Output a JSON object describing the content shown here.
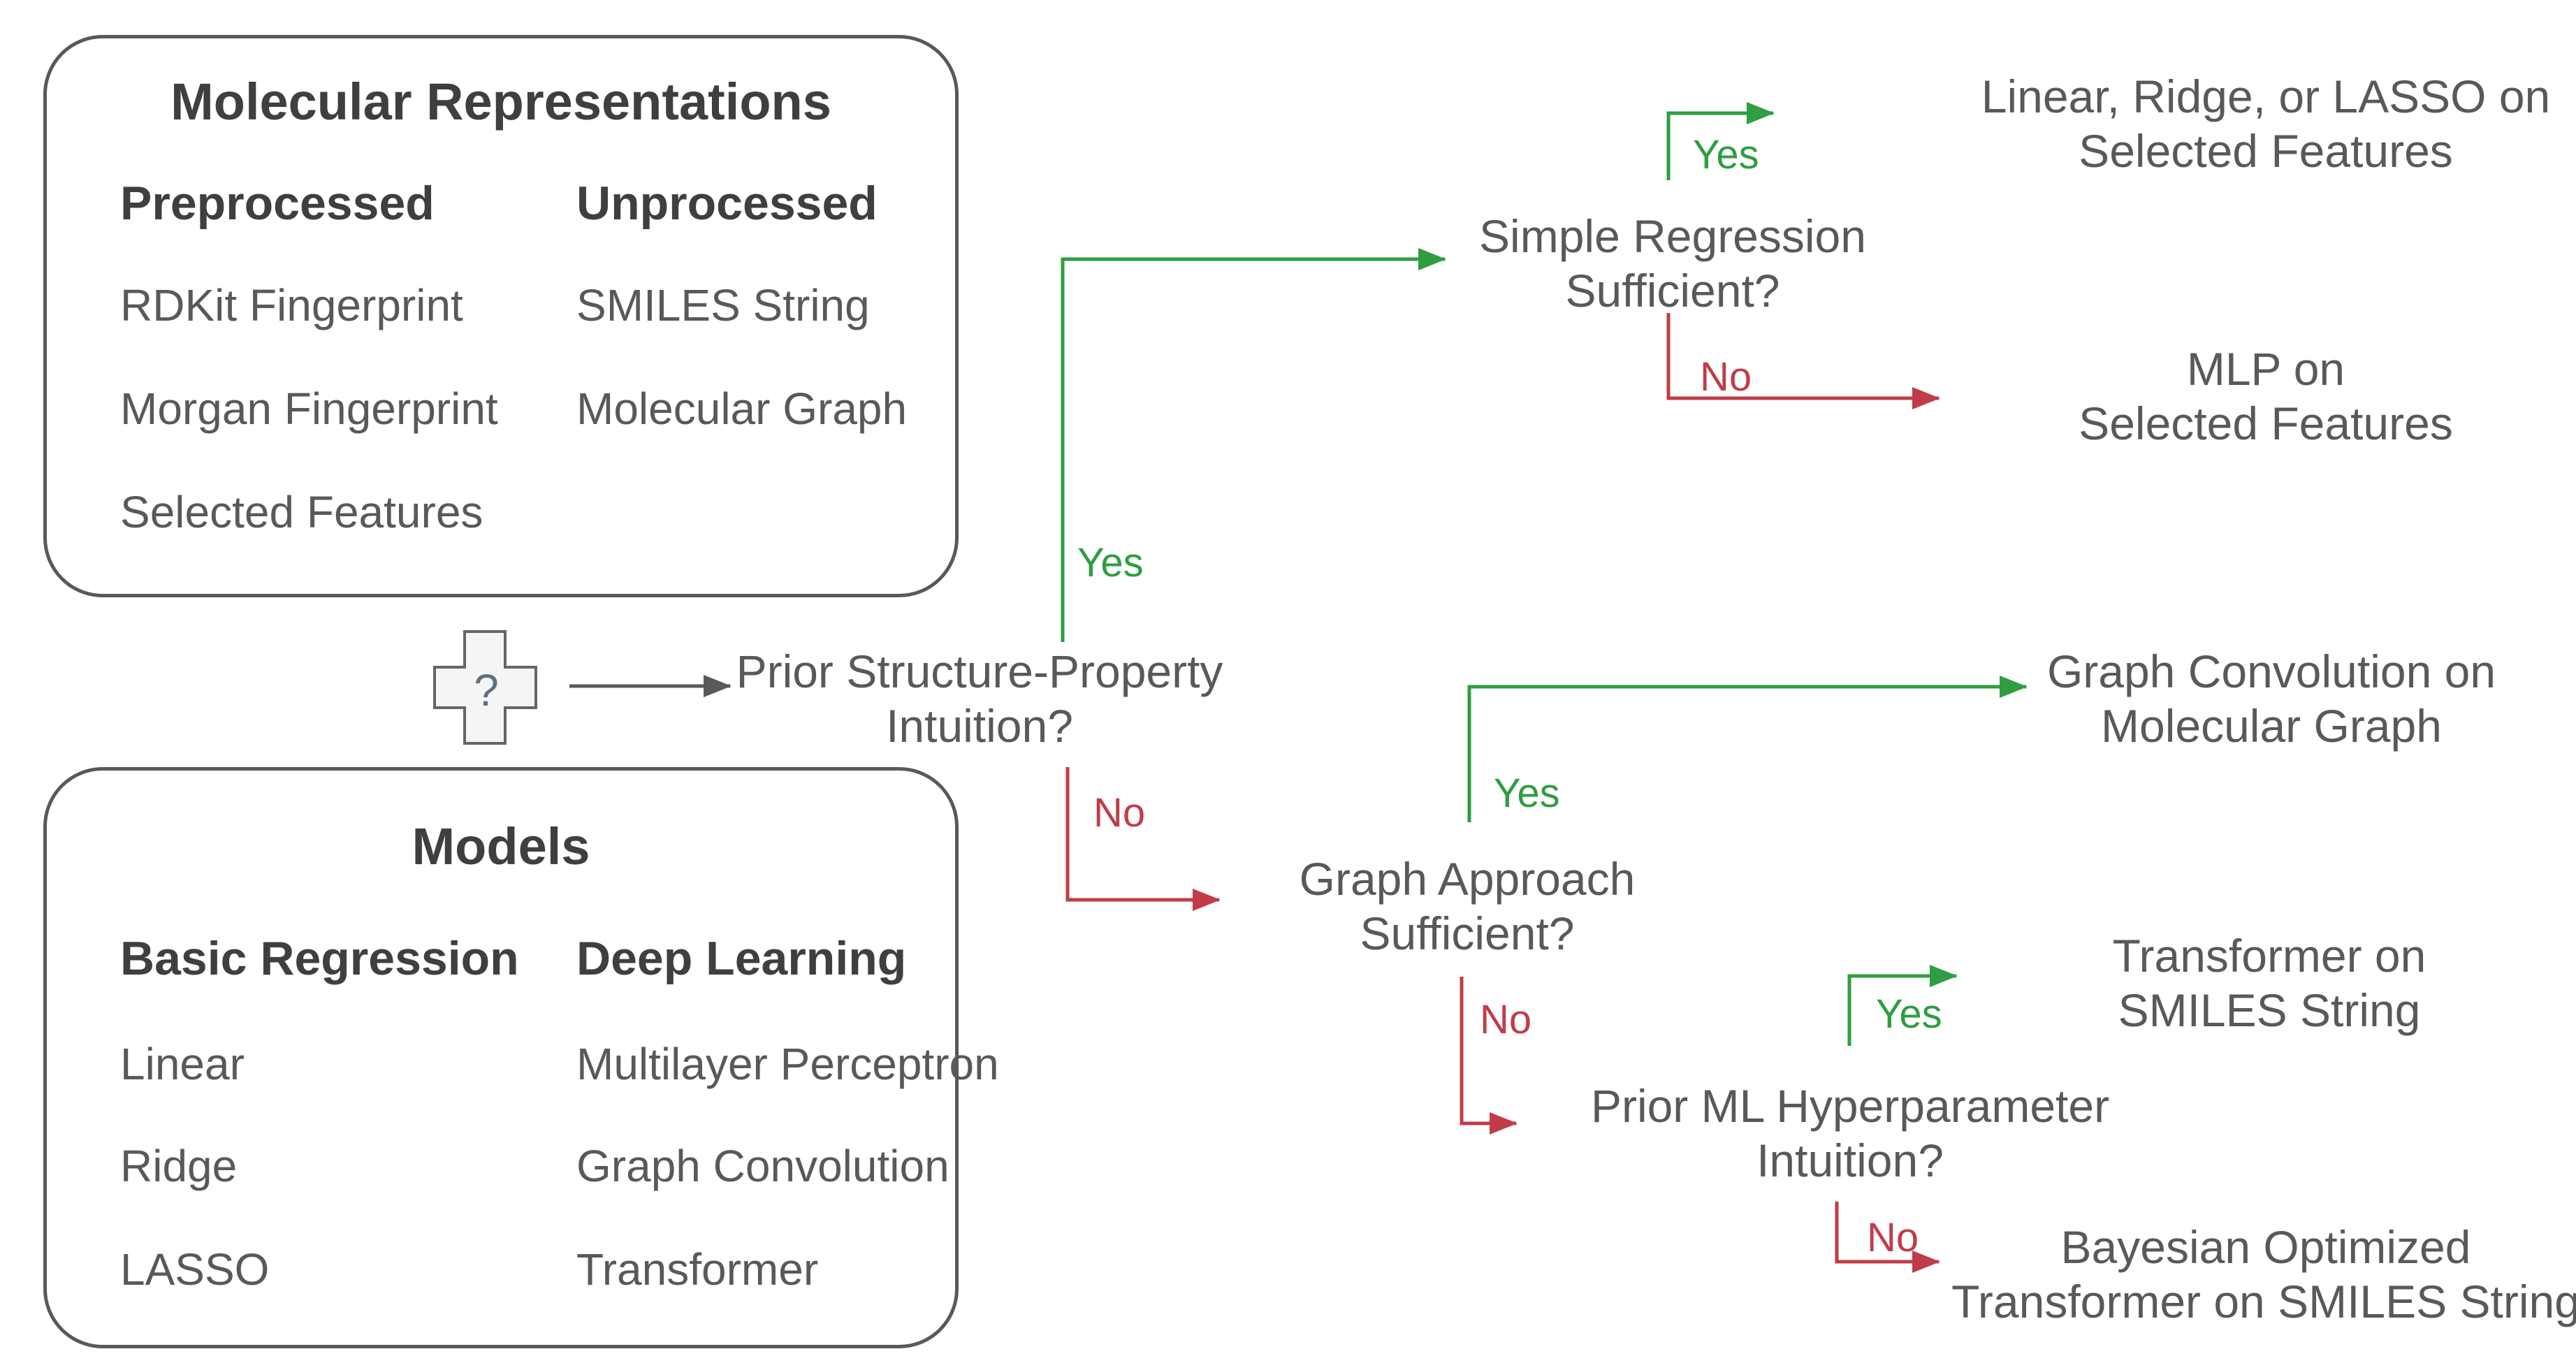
{
  "palette": {
    "green": "#2e9e41",
    "red": "#c13c48",
    "line_gray": "#595959",
    "text_gray": "#595959",
    "heading_gray": "#3f3f3f",
    "plus_fill": "#f5f5f5"
  },
  "representations_box": {
    "title": "Molecular Representations",
    "columns": [
      {
        "header": "Preprocessed",
        "items": [
          "RDKit Fingerprint",
          "Morgan Fingerprint",
          "Selected Features"
        ]
      },
      {
        "header": "Unprocessed",
        "items": [
          "SMILES String",
          "Molecular Graph"
        ]
      }
    ]
  },
  "models_box": {
    "title": "Models",
    "columns": [
      {
        "header": "Basic Regression",
        "items": [
          "Linear",
          "Ridge",
          "LASSO"
        ]
      },
      {
        "header": "Deep Learning",
        "items": [
          "Multilayer Perceptron",
          "Graph Convolution",
          "Transformer"
        ]
      }
    ]
  },
  "combiner": {
    "symbol": "?"
  },
  "questions": {
    "q1": {
      "line1": "Prior Structure-Property",
      "line2": "Intuition?",
      "yes": "Yes",
      "no": "No"
    },
    "q2": {
      "line1": "Simple Regression",
      "line2": "Sufficient?",
      "yes": "Yes",
      "no": "No"
    },
    "q3": {
      "line1": "Graph Approach",
      "line2": "Sufficient?",
      "yes": "Yes",
      "no": "No"
    },
    "q4": {
      "line1": "Prior ML Hyperparameter",
      "line2": "Intuition?",
      "yes": "Yes",
      "no": "No"
    }
  },
  "outcomes": {
    "out1": {
      "line1": "Linear, Ridge, or LASSO on",
      "line2": "Selected Features"
    },
    "out2": {
      "line1": "MLP on",
      "line2": "Selected Features"
    },
    "out3": {
      "line1": "Graph Convolution on",
      "line2": "Molecular Graph"
    },
    "out4": {
      "line1": "Transformer on",
      "line2": "SMILES String"
    },
    "out5": {
      "line1": "Bayesian Optimized",
      "line2": "Transformer on SMILES String"
    }
  }
}
